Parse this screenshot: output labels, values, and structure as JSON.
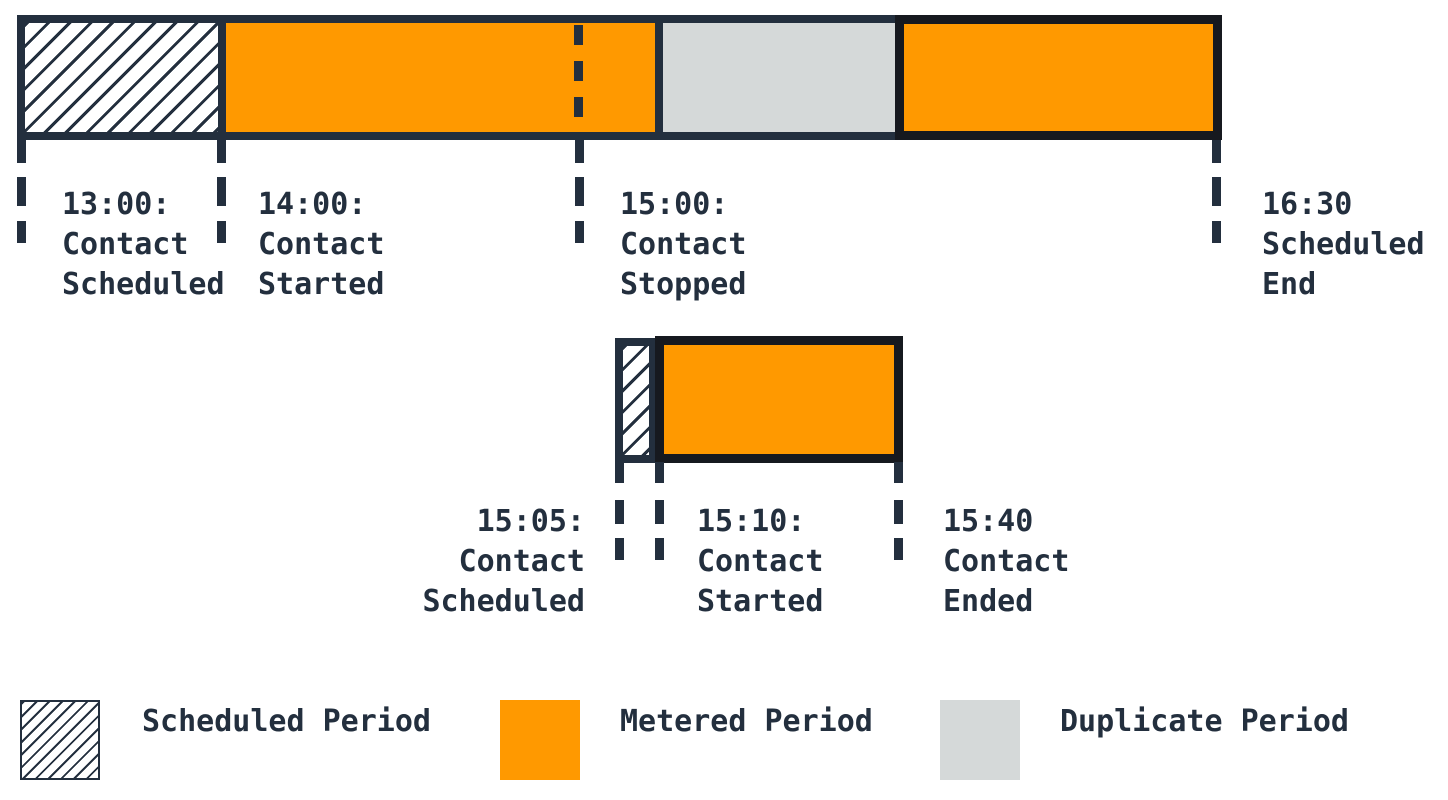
{
  "colors": {
    "line_navy": "#232f3e",
    "metered_orange": "#ff9900",
    "duplicate_gray": "#d5d9d9",
    "segment_black_border": "#16191f",
    "background": "#ffffff"
  },
  "timeline_top": {
    "segments": [
      {
        "kind": "scheduled-period",
        "style": "hatched"
      },
      {
        "kind": "metered-period",
        "style": "orange"
      },
      {
        "kind": "duplicate-period",
        "style": "gray"
      },
      {
        "kind": "metered-period",
        "style": "orange-black-border"
      }
    ],
    "markers": [
      {
        "lines": [
          "13:00:",
          "Contact",
          "Scheduled"
        ]
      },
      {
        "lines": [
          "14:00:",
          "Contact",
          "Started"
        ]
      },
      {
        "lines": [
          "15:00:",
          "Contact",
          "Stopped"
        ]
      },
      {
        "lines": [
          "16:30",
          "Scheduled",
          "End"
        ]
      }
    ]
  },
  "timeline_bottom": {
    "segments": [
      {
        "kind": "scheduled-period",
        "style": "hatched"
      },
      {
        "kind": "metered-period",
        "style": "orange-black-border"
      }
    ],
    "markers": [
      {
        "lines": [
          "15:05:",
          "Contact",
          "Scheduled"
        ]
      },
      {
        "lines": [
          "15:10:",
          "Contact",
          "Started"
        ]
      },
      {
        "lines": [
          "15:40",
          "Contact",
          "Ended"
        ]
      }
    ]
  },
  "legend": {
    "items": [
      {
        "label": "Scheduled Period",
        "swatch": "hatched"
      },
      {
        "label": "Metered Period",
        "swatch": "orange"
      },
      {
        "label": "Duplicate Period",
        "swatch": "gray"
      }
    ]
  }
}
